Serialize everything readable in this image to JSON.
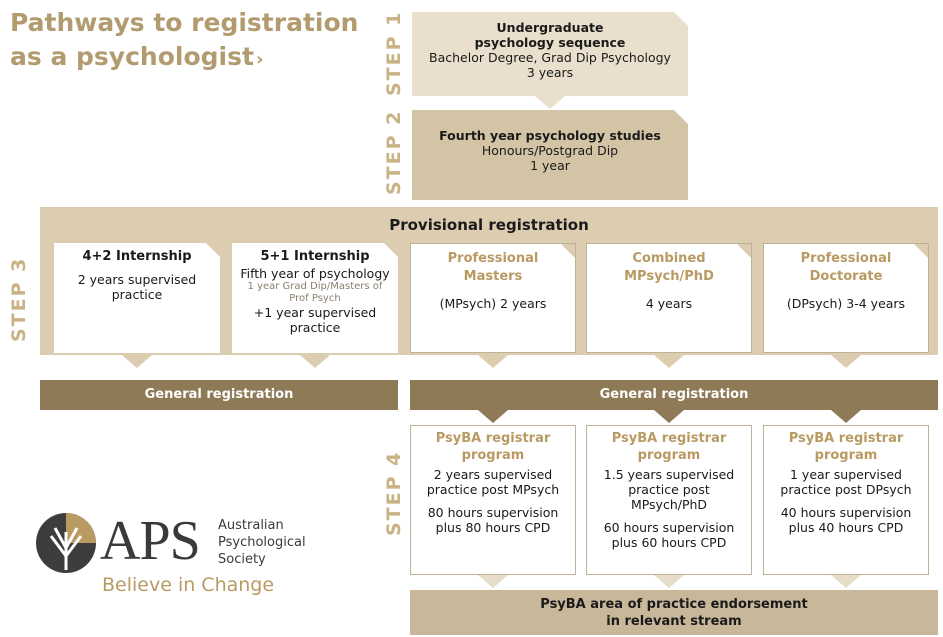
{
  "title": {
    "line1": "Pathways to registration",
    "line2": "as a psychologist",
    "arrow": "›"
  },
  "steps": {
    "step1": {
      "label": "STEP 1",
      "title": "Undergraduate",
      "title2": "psychology sequence",
      "line1": "Bachelor Degree, Grad Dip Psychology",
      "line2": "3 years"
    },
    "step2": {
      "label": "STEP 2",
      "title": "Fourth year psychology studies",
      "line1": "Honours/Postgrad Dip",
      "line2": "1 year"
    },
    "step3": {
      "label": "STEP 3",
      "band_title": "Provisional registration",
      "cards": [
        {
          "title": "4+2 Internship",
          "lines": [
            "2 years supervised",
            "practice"
          ]
        },
        {
          "title": "5+1 Internship",
          "line1": "Fifth year of psychology",
          "small1": "1 year Grad Dip/Masters of",
          "small2": "Prof Psych",
          "line2": "+1 year supervised",
          "line3": "practice"
        },
        {
          "title1": "Professional",
          "title2": "Masters",
          "line": "(MPsych) 2 years"
        },
        {
          "title1": "Combined",
          "title2": "MPsych/PhD",
          "line": "4 years"
        },
        {
          "title1": "Professional",
          "title2": "Doctorate",
          "line": "(DPsych) 3-4 years"
        }
      ]
    },
    "general_registration_left": "General registration",
    "general_registration_right": "General registration",
    "step4": {
      "label": "STEP 4",
      "cards": [
        {
          "h1": "PsyBA registrar",
          "h2": "program",
          "a1": "2 years supervised",
          "a2": "practice post MPsych",
          "a3": "",
          "b1": "80 hours supervision",
          "b2": "plus 80 hours CPD"
        },
        {
          "h1": "PsyBA registrar",
          "h2": "program",
          "a1": "1.5 years supervised",
          "a2": "practice post",
          "a3": "MPsych/PhD",
          "b1": "60 hours supervision",
          "b2": "plus 60 hours CPD"
        },
        {
          "h1": "PsyBA registrar",
          "h2": "program",
          "a1": "1 year supervised",
          "a2": "practice post DPsych",
          "a3": "",
          "b1": "40 hours supervision",
          "b2": "plus 40 hours CPD"
        }
      ],
      "endorsement1": "PsyBA area of practice endorsement",
      "endorsement2": "in relevant stream"
    }
  },
  "logo": {
    "word": "APS",
    "name1": "Australian",
    "name2": "Psychological",
    "name3": "Society",
    "tagline": "Believe in Change"
  },
  "colors": {
    "gold": "#b29b6e",
    "step_label": "#c9b284",
    "band": "#dccdb1",
    "dark_bar": "#8f7a58"
  }
}
